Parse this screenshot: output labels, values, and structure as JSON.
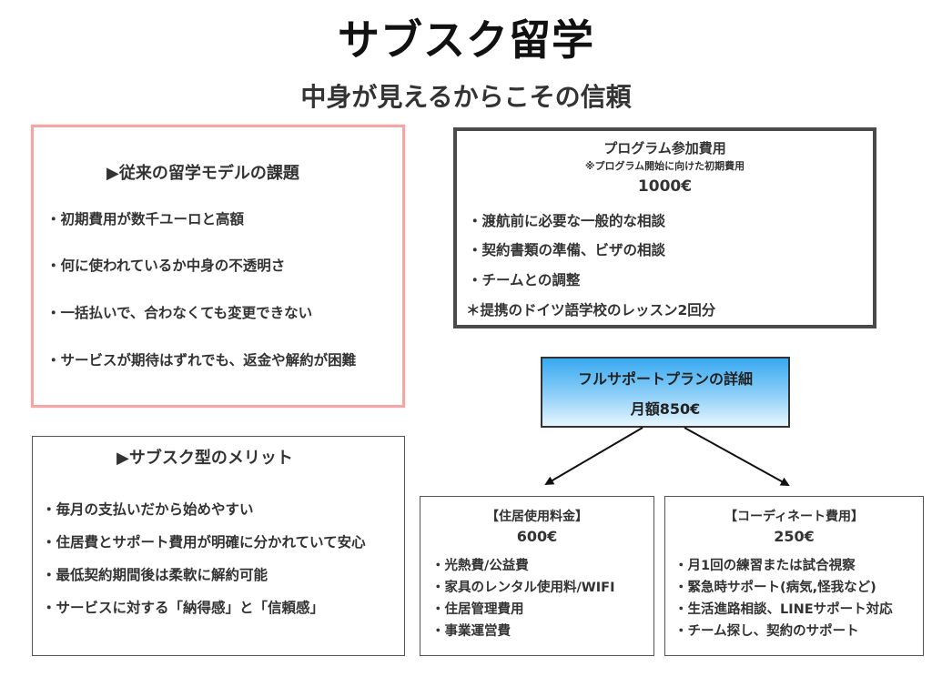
{
  "title": "サブスク留学",
  "subtitle": "中身が見えるからこその信頼",
  "problems": {
    "heading": "▶︎従来の留学モデルの課題",
    "items": [
      "・初期費用が数千ユーロと高額",
      "・何に使われているか中身の不透明さ",
      "・一括払いで、合わなくても変更できない",
      "・サービスが期待はずれでも、返金や解約が困難"
    ]
  },
  "program": {
    "heading": "プログラム参加費用",
    "note": "※プログラム開始に向けた初期費用",
    "price": "1000€",
    "items": [
      "・渡航前に必要な一般的な相談",
      "・契約書類の準備、ビザの相談",
      "・チームとの調整"
    ],
    "extra": "＊提携のドイツ語学校のレッスン2回分"
  },
  "plan": {
    "heading": "フルサポートプランの詳細",
    "price": "月額850€"
  },
  "merits": {
    "heading": "▶︎サブスク型のメリット",
    "items": [
      "・毎月の支払いだから始めやすい",
      "・住居費とサポート費用が明確に分かれていて安心",
      "・最低契約期間後は柔軟に解約可能",
      "・サービスに対する「納得感」と「信頼感」"
    ]
  },
  "housing": {
    "heading": "【住居使用料金】",
    "price": "600€",
    "items": [
      "・光熱費/公益費",
      "・家具のレンタル使用料/WIFI",
      "・住居管理費用",
      "・事業運営費"
    ]
  },
  "coordination": {
    "heading": "【コーディネート費用】",
    "price": "250€",
    "items": [
      "・月1回の練習または試合視察",
      "・緊急時サポート(病気,怪我など)",
      "・生活進路相談、LINEサポート対応",
      "・チーム探し、契約のサポート"
    ]
  }
}
